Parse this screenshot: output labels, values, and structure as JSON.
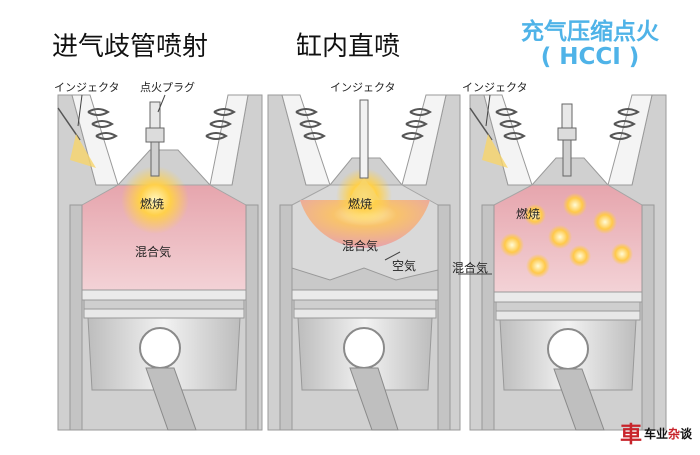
{
  "panels": [
    {
      "title": "进气歧管喷射",
      "labels": {
        "injector": "インジェクタ",
        "plug": "点火プラグ",
        "combustion": "燃焼",
        "mixture": "混合気"
      }
    },
    {
      "title": "缸内直喷",
      "labels": {
        "injector": "インジェクタ",
        "combustion": "燃焼",
        "mixture": "混合気",
        "air": "空気"
      }
    },
    {
      "title": "充气压缩点火",
      "subtitle": "( HCCI )",
      "labels": {
        "injector": "インジェクタ",
        "combustion": "燃焼",
        "mixture": "混合気"
      }
    }
  ],
  "watermark": {
    "mark": "車",
    "text_a": "车业",
    "text_b": "杂",
    "text_c": "谈"
  },
  "colors": {
    "hcci_title": "#4fb3e8",
    "mixture": "#e8aab0",
    "air": "#d9d9d9",
    "flame": "#f7b733",
    "metal": "#cfcfcf"
  },
  "icons": [
    "spark-plug-icon",
    "injector-icon",
    "flame-burst-icon"
  ]
}
